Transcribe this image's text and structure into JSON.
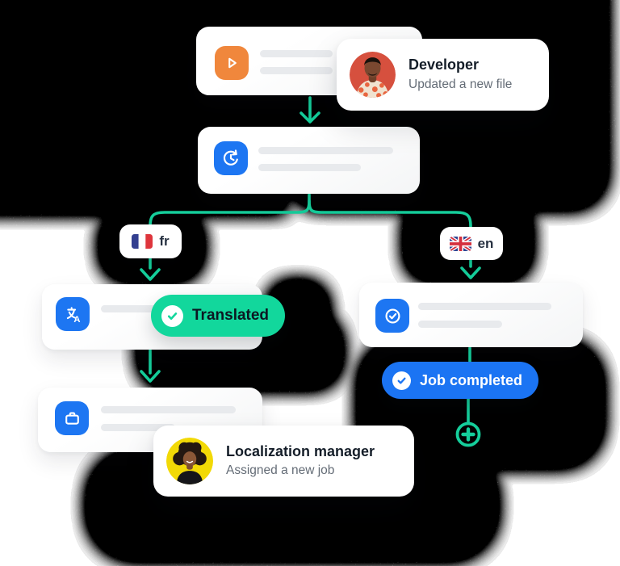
{
  "callouts": {
    "developer": {
      "title": "Developer",
      "subtitle": "Updated a new file",
      "avatar": "developer-avatar"
    },
    "manager": {
      "title": "Localization manager",
      "subtitle": "Assigned a new job",
      "avatar": "manager-avatar"
    }
  },
  "language_badges": {
    "left": {
      "label": "fr",
      "flag": "france-flag-icon"
    },
    "right": {
      "label": "en",
      "flag": "uk-flag-icon"
    }
  },
  "status_badges": {
    "translated": {
      "label": "Translated",
      "check": "check-icon"
    },
    "job_completed": {
      "label": "Job completed",
      "check": "check-icon"
    }
  },
  "nodes": {
    "source": {
      "icon": "play-icon"
    },
    "sync": {
      "icon": "history-sync-icon"
    },
    "translate": {
      "icon": "translate-icon"
    },
    "review": {
      "icon": "check-circle-icon"
    },
    "job": {
      "icon": "briefcase-icon"
    }
  },
  "actions": {
    "add_step": {
      "icon": "plus-icon"
    }
  },
  "colors": {
    "accent_green": "#15CE9B",
    "badge_green": "#12D79C",
    "accent_blue": "#1B74F3",
    "accent_orange": "#F0873C",
    "france_blue": "#333F90",
    "france_red": "#DE353C",
    "uk_blue": "#2E4593",
    "uk_red": "#D5303E",
    "shadow_black": "#000000"
  }
}
